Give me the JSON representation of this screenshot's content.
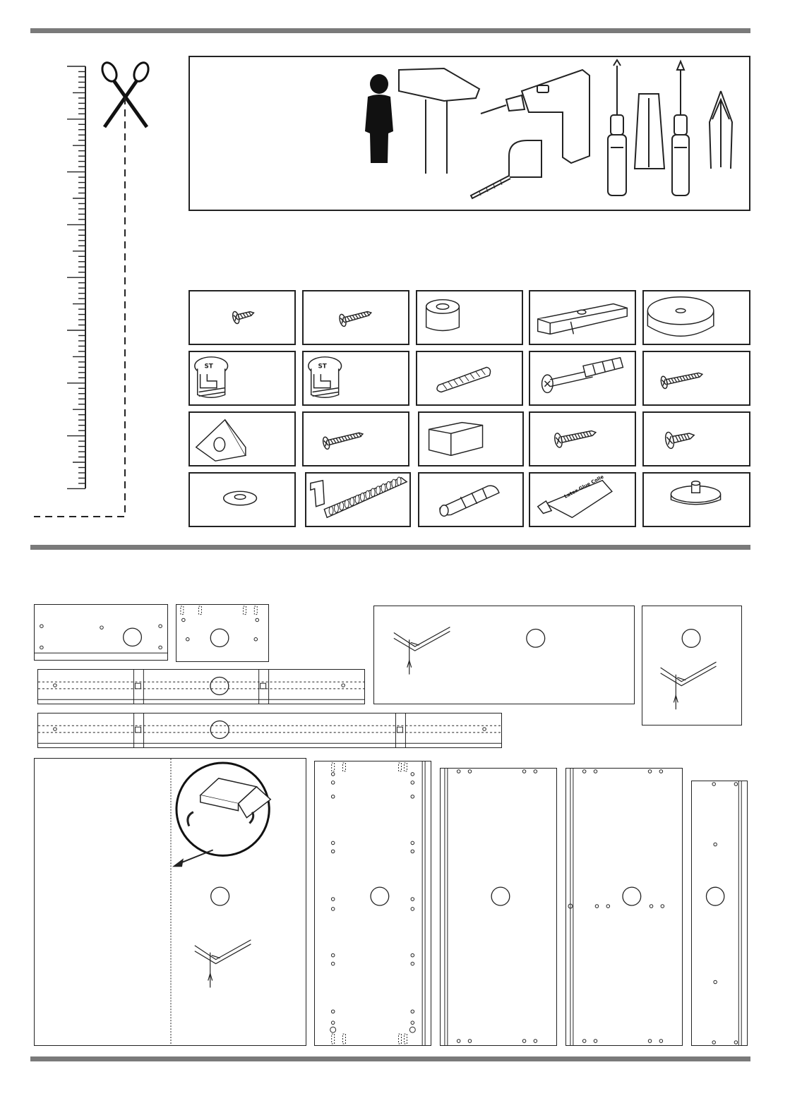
{
  "document": {
    "sections": [
      {
        "id": "tools",
        "icons": [
          "two-person-icon",
          "hammer-icon",
          "drill-icon",
          "tape-measure-icon",
          "phillips-screwdriver-icon",
          "flat-screwdriver-tip-icon",
          "pozidriv-screwdriver-icon",
          "phillips-tip-icon"
        ]
      },
      {
        "id": "hardware",
        "rows": 4,
        "cols": 5
      },
      {
        "id": "panels"
      }
    ],
    "hardware_grid": [
      [
        "small-screw-icon",
        "medium-screw-icon",
        "spacer-icon",
        "rail-connector-icon",
        "glide-disc-icon"
      ],
      [
        "cam-lock-icon",
        "cam-lock-icon",
        "wood-dowel-icon",
        "connector-bolt-icon",
        "long-screw-icon"
      ],
      [
        "corner-bracket-icon",
        "wood-screw-icon",
        "wood-block-icon",
        "machine-screw-icon",
        "short-machine-screw-icon"
      ],
      [
        "washer-icon",
        "hook-bolt-icon",
        "wall-plug-icon",
        "glue-tube-icon",
        "leveling-foot-icon"
      ]
    ],
    "glue_tube_text": "Latex Glue Colle",
    "colors": {
      "rule": "#7a7a7a",
      "ink": "#222222",
      "person": "#1a1a1a"
    }
  }
}
